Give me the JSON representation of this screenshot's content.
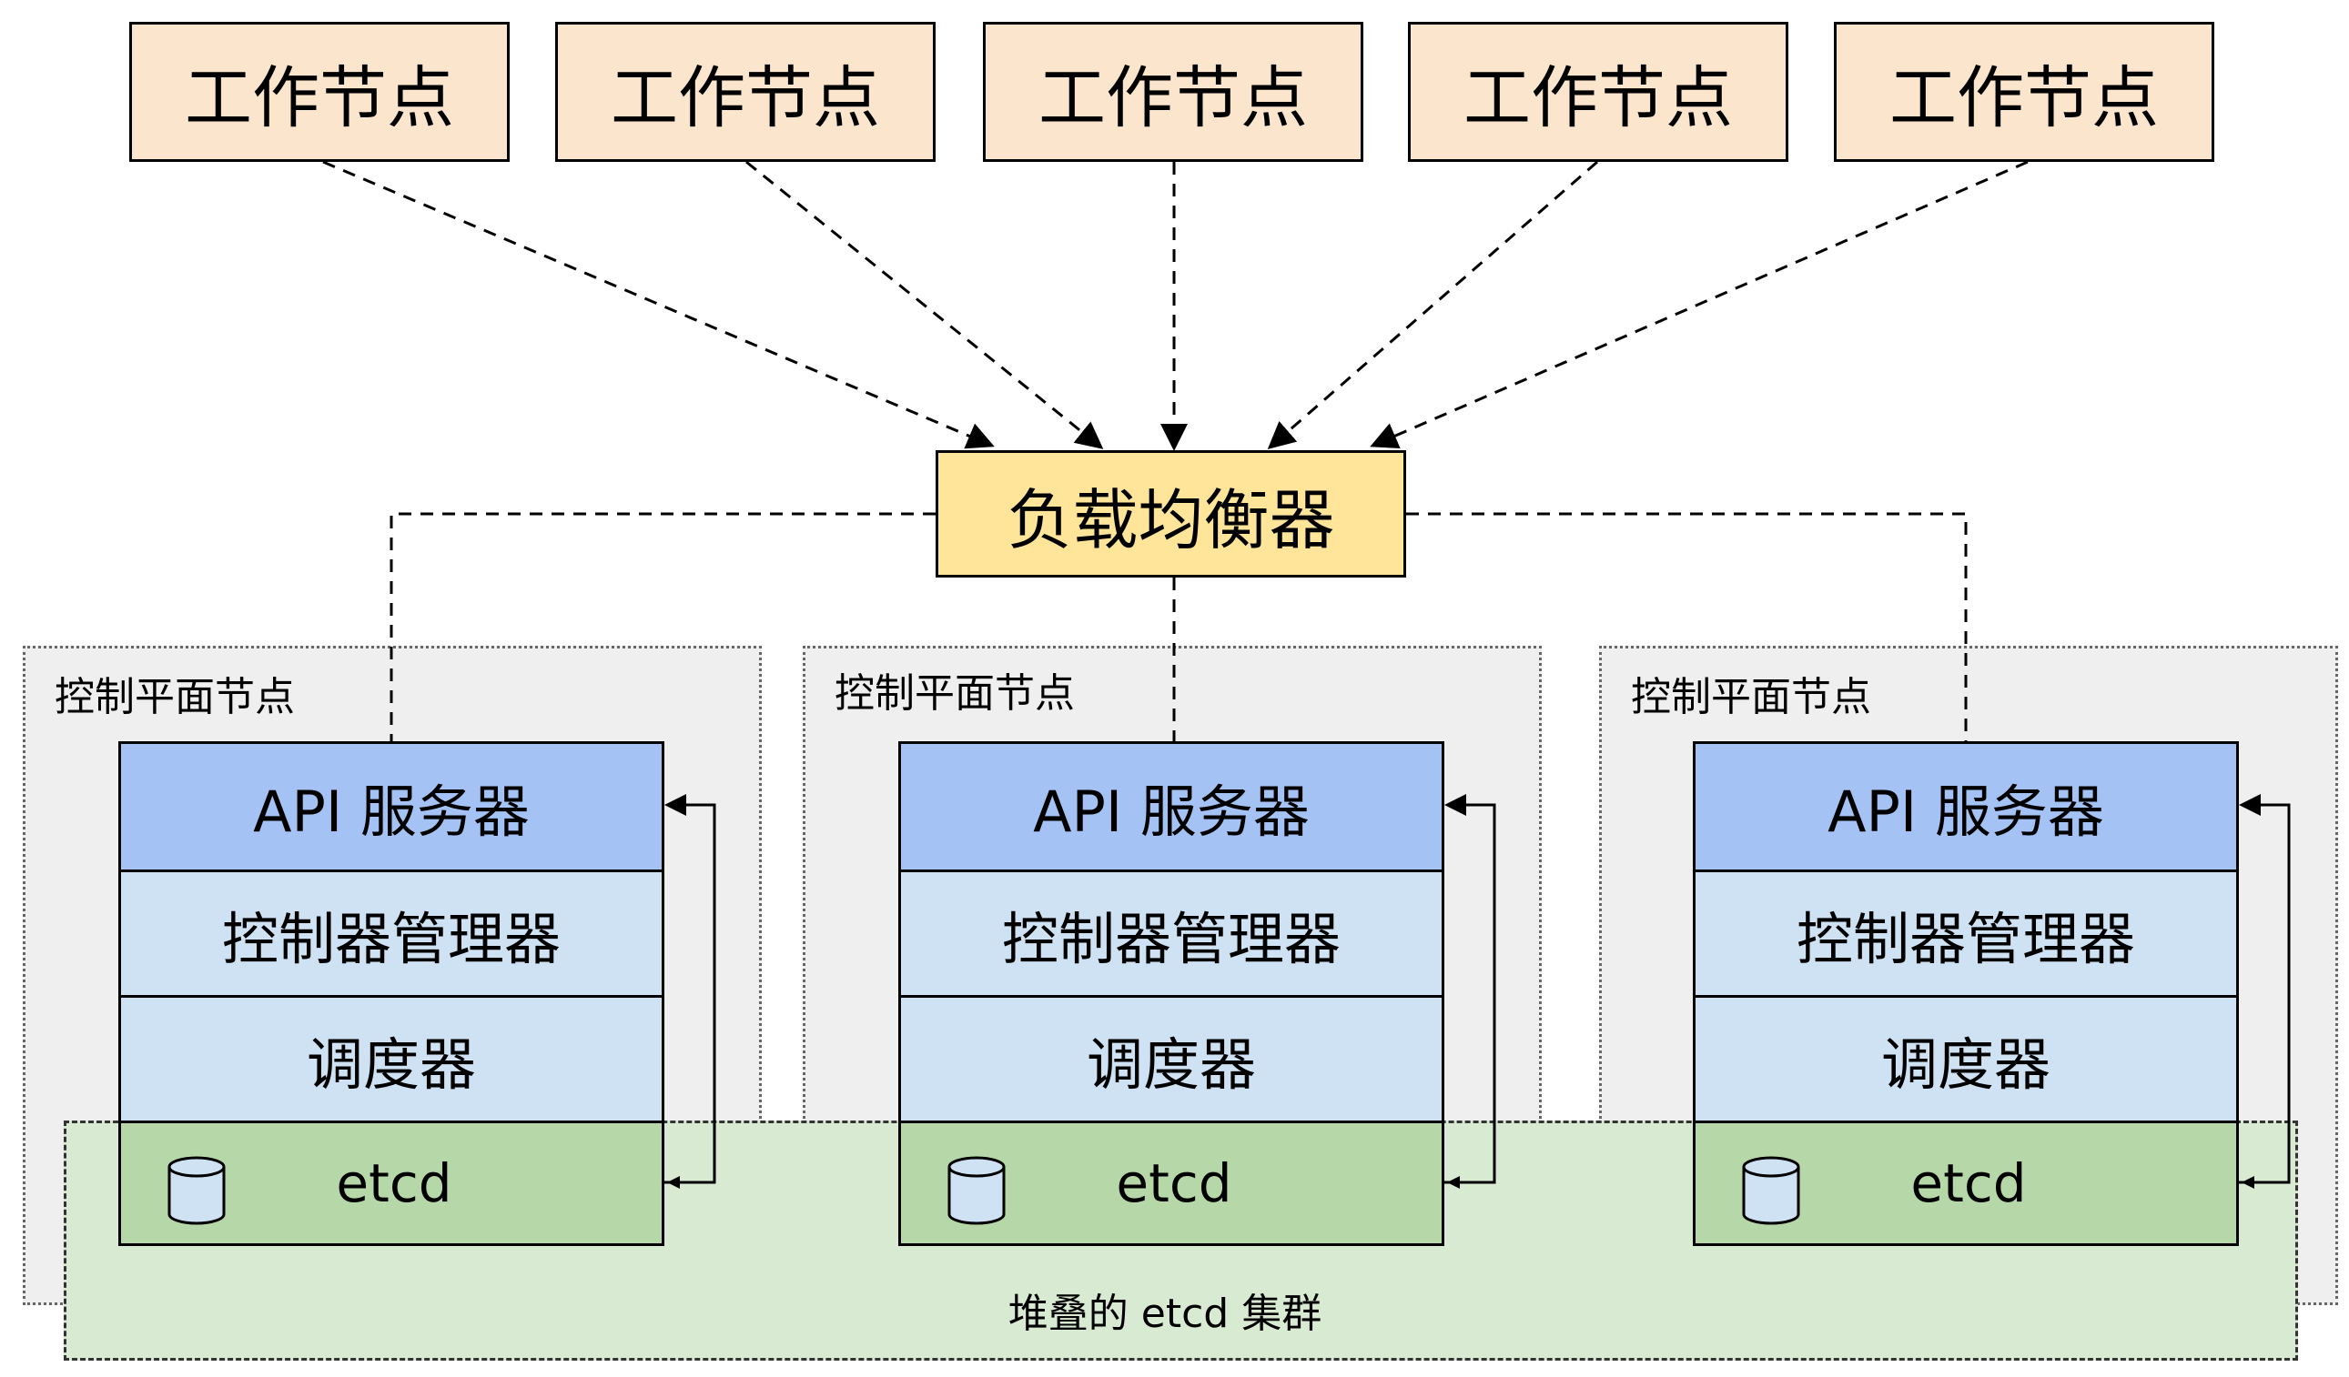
{
  "workers": [
    {
      "label": "工作节点"
    },
    {
      "label": "工作节点"
    },
    {
      "label": "工作节点"
    },
    {
      "label": "工作节点"
    },
    {
      "label": "工作节点"
    }
  ],
  "load_balancer": {
    "label": "负载均衡器"
  },
  "control_planes": [
    {
      "title": "控制平面节点",
      "api": "API 服务器",
      "controller_manager": "控制器管理器",
      "scheduler": "调度器",
      "etcd": "etcd"
    },
    {
      "title": "控制平面节点",
      "api": "API 服务器",
      "controller_manager": "控制器管理器",
      "scheduler": "调度器",
      "etcd": "etcd"
    },
    {
      "title": "控制平面节点",
      "api": "API 服务器",
      "controller_manager": "控制器管理器",
      "scheduler": "调度器",
      "etcd": "etcd"
    }
  ],
  "etcd_cluster": {
    "label": "堆叠的 etcd 集群"
  },
  "colors": {
    "worker_fill": "#fce5cd",
    "load_balancer_fill": "#ffe599",
    "api_server_fill": "#a4c2f4",
    "component_fill": "#cfe2f3",
    "etcd_fill": "#b6d7a8",
    "etcd_cluster_fill": "#d9ead3",
    "control_plane_fill": "#efefef"
  }
}
